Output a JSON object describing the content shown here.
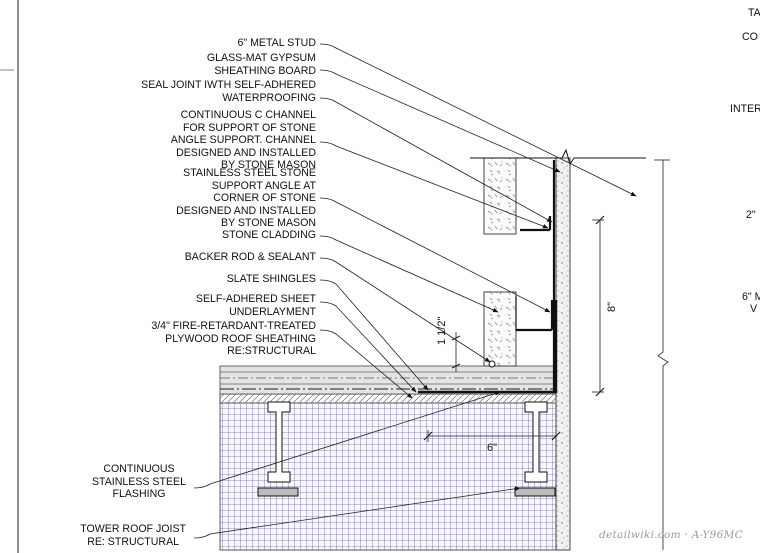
{
  "diagram": {
    "callouts": [
      {
        "id": "metal-stud",
        "lines": [
          "6\" METAL STUD"
        ]
      },
      {
        "id": "gypsum-sheathing",
        "lines": [
          "GLASS-MAT GYPSUM",
          "SHEATHING BOARD"
        ]
      },
      {
        "id": "seal-joint",
        "lines": [
          "SEAL JOINT IWTH SELF-ADHERED",
          "WATERPROOFING"
        ]
      },
      {
        "id": "c-channel",
        "lines": [
          "CONTINUOUS C CHANNEL",
          "FOR SUPPORT OF STONE",
          "ANGLE SUPPORT. CHANNEL",
          "DESIGNED AND INSTALLED",
          "BY STONE MASON"
        ]
      },
      {
        "id": "support-angle",
        "lines": [
          "STAINLESS STEEL STONE",
          "SUPPORT ANGLE AT",
          "CORNER OF STONE",
          "DESIGNED AND INSTALLED",
          "BY STONE MASON"
        ]
      },
      {
        "id": "stone-cladding",
        "lines": [
          "STONE CLADDING"
        ]
      },
      {
        "id": "backer-rod",
        "lines": [
          "BACKER ROD & SEALANT"
        ]
      },
      {
        "id": "slate-shingles",
        "lines": [
          "SLATE SHINGLES"
        ]
      },
      {
        "id": "underlayment",
        "lines": [
          "SELF-ADHERED SHEET",
          "UNDERLAYMENT"
        ]
      },
      {
        "id": "roof-sheathing",
        "lines": [
          "3/4\" FIRE-RETARDANT-TREATED",
          "PLYWOOD ROOF SHEATHING",
          "RE:STRUCTURAL"
        ]
      },
      {
        "id": "flashing",
        "lines": [
          "CONTINUOUS",
          "STAINLESS STEEL",
          "FLASHING"
        ]
      },
      {
        "id": "roof-joist",
        "lines": [
          "TOWER ROOF JOIST",
          "RE: STRUCTURAL"
        ]
      }
    ],
    "dimensions": {
      "gap": "1 1/2\"",
      "height": "8\"",
      "width": "6\""
    },
    "edge_fragments": [
      "TA",
      "CO",
      "INTER",
      "2\"",
      "6\" M",
      "V"
    ],
    "watermark": "detailwiki.com · A-Y96MC"
  }
}
